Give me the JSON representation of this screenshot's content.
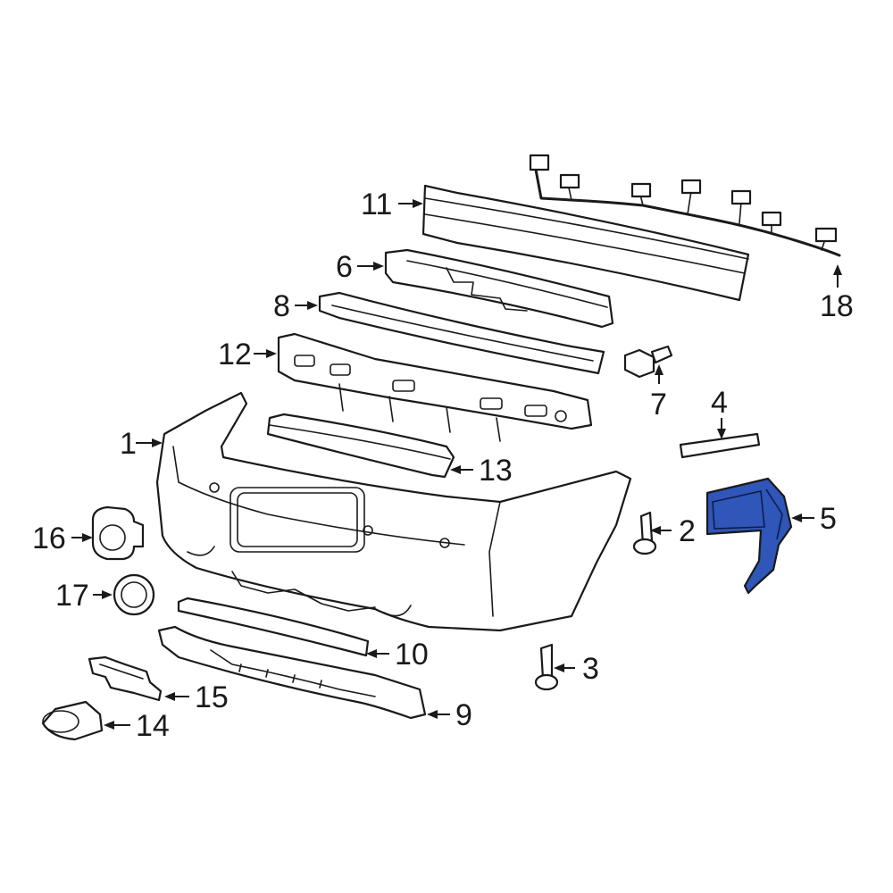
{
  "diagram": {
    "highlight_color": "#2f56b8",
    "callouts": [
      {
        "id": "1",
        "label": "1"
      },
      {
        "id": "2",
        "label": "2"
      },
      {
        "id": "3",
        "label": "3"
      },
      {
        "id": "4",
        "label": "4"
      },
      {
        "id": "5",
        "label": "5",
        "highlighted": true
      },
      {
        "id": "6",
        "label": "6"
      },
      {
        "id": "7",
        "label": "7"
      },
      {
        "id": "8",
        "label": "8"
      },
      {
        "id": "9",
        "label": "9"
      },
      {
        "id": "10",
        "label": "10"
      },
      {
        "id": "11",
        "label": "11"
      },
      {
        "id": "12",
        "label": "12"
      },
      {
        "id": "13",
        "label": "13"
      },
      {
        "id": "14",
        "label": "14"
      },
      {
        "id": "15",
        "label": "15"
      },
      {
        "id": "16",
        "label": "16"
      },
      {
        "id": "17",
        "label": "17"
      },
      {
        "id": "18",
        "label": "18"
      }
    ]
  }
}
